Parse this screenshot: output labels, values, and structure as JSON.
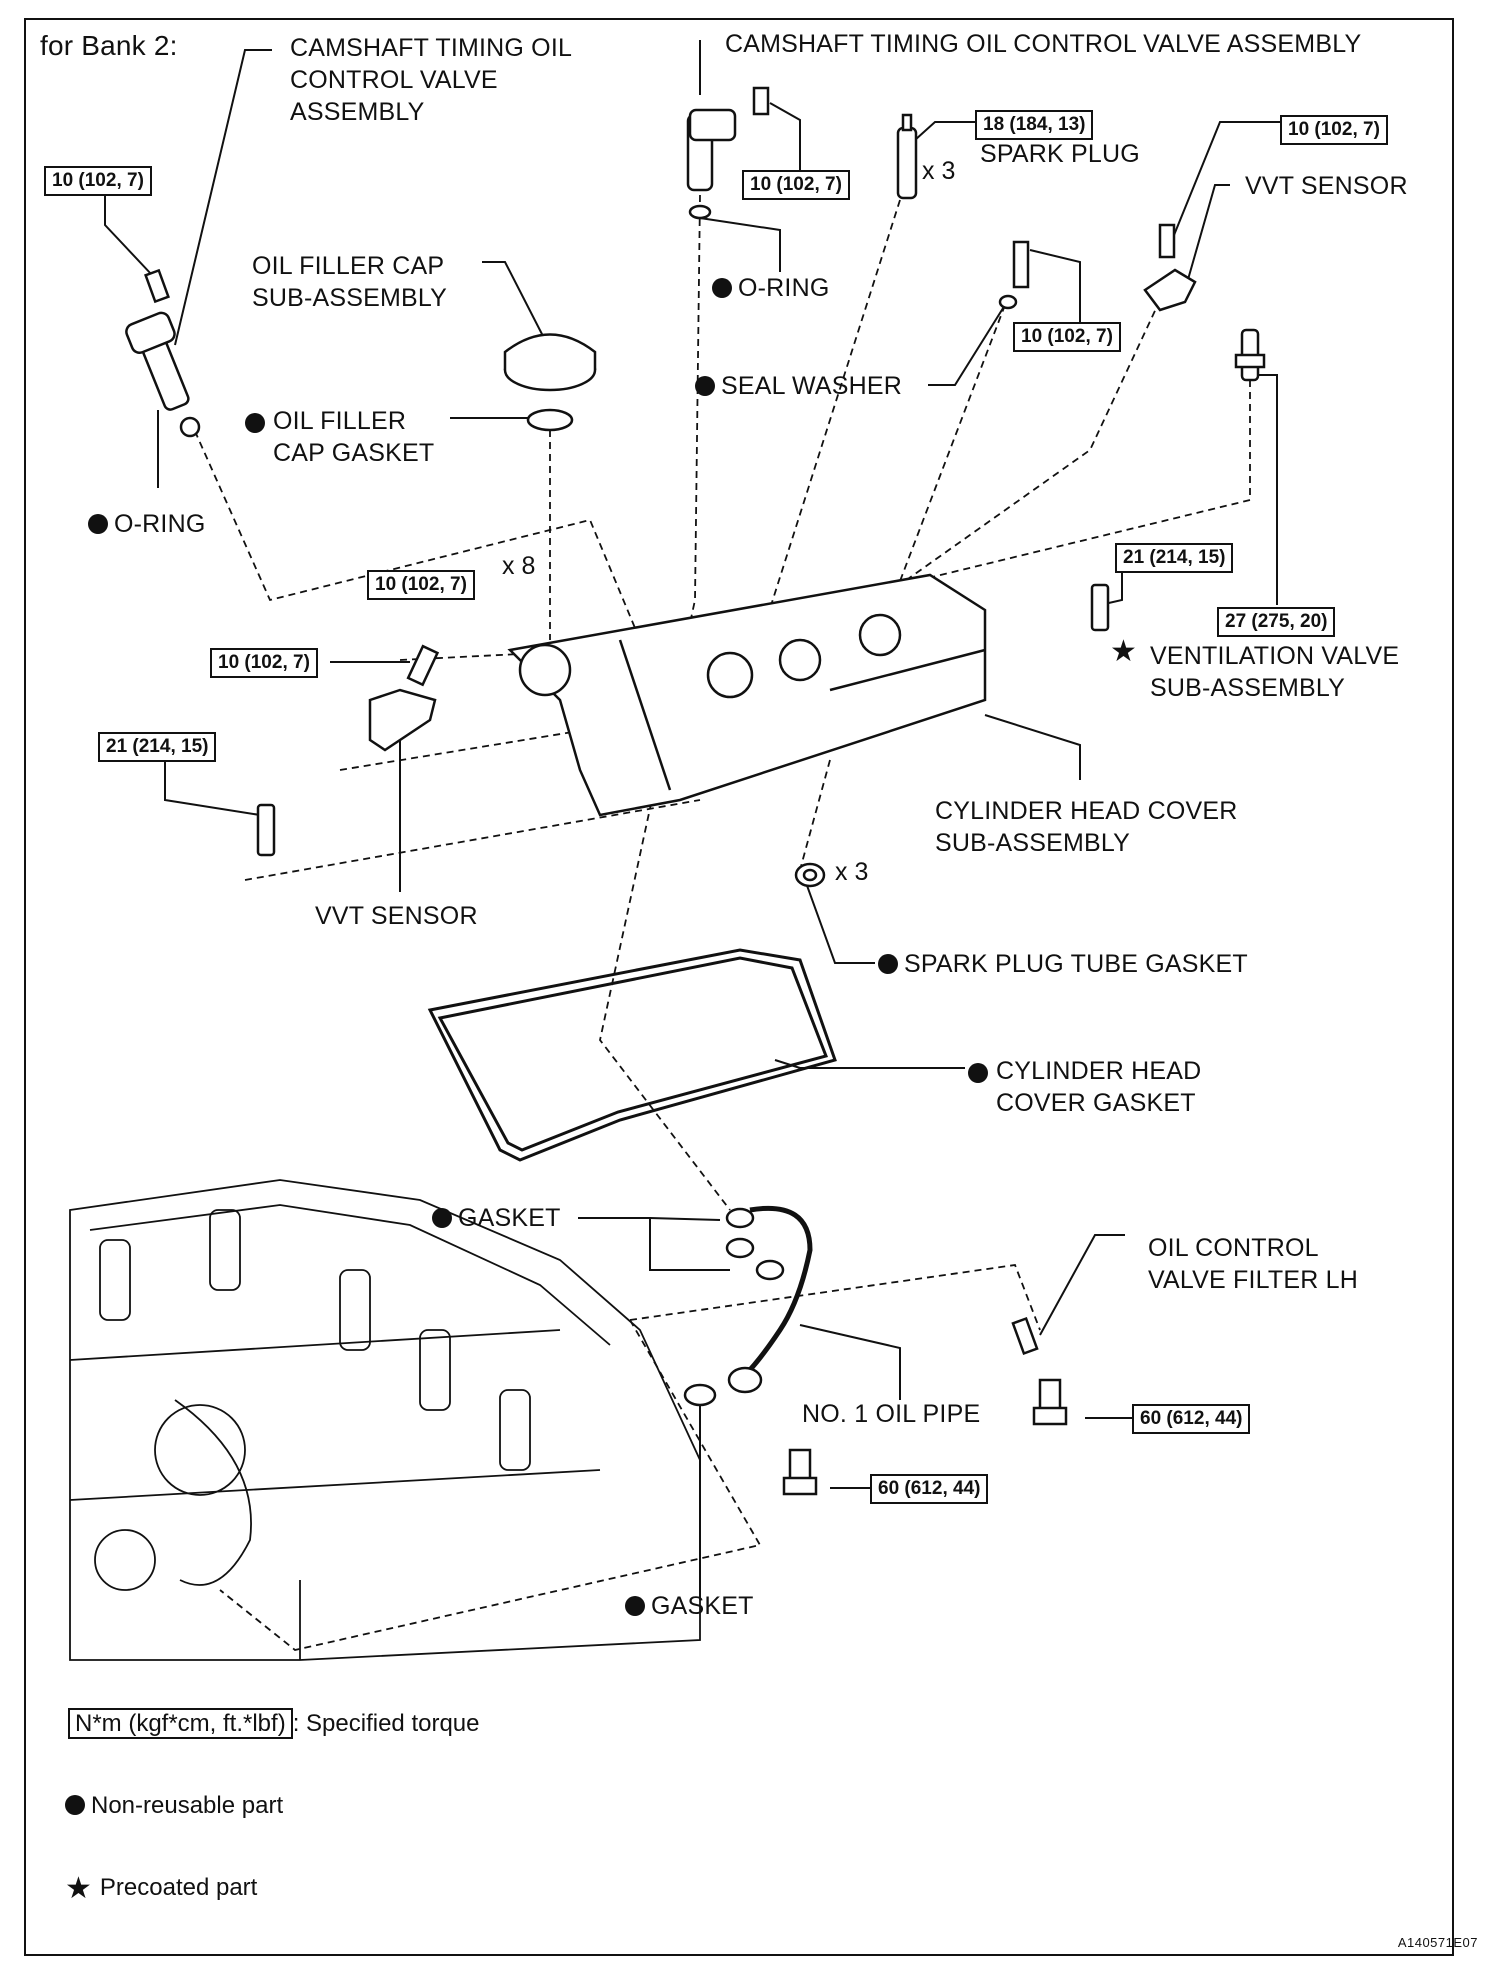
{
  "header": {
    "bank_label": "for Bank 2:"
  },
  "torque_specs": {
    "t_ocv_bank_left": "10 (102, 7)",
    "t_ocv_top": "10 (102, 7)",
    "t_spark_plug": "18 (184, 13)",
    "t_vvt_right": "10 (102, 7)",
    "t_seal_bolt": "10 (102, 7)",
    "t_cover_bolts": "10 (102, 7)",
    "t_vvt_left": "10 (102, 7)",
    "t_stud_left": "21 (214, 15)",
    "t_stud_right": "21 (214, 15)",
    "t_ventilation": "27 (275, 20)",
    "t_union_right": "60 (612, 44)",
    "t_union_center": "60 (612, 44)"
  },
  "multipliers": {
    "spark_plug": "x 3",
    "cover_bolts": "x 8",
    "tube_gasket": "x 3"
  },
  "labels": {
    "ocv_left": "CAMSHAFT TIMING OIL\nCONTROL VALVE\nASSEMBLY",
    "ocv_top": "CAMSHAFT TIMING OIL CONTROL VALVE ASSEMBLY",
    "spark_plug": "SPARK PLUG",
    "vvt_right": "VVT SENSOR",
    "o_ring_top": "O-RING",
    "oil_filler_cap": "OIL FILLER CAP\nSUB-ASSEMBLY",
    "seal_washer": "SEAL WASHER",
    "oil_filler_gasket": "OIL FILLER\nCAP GASKET",
    "o_ring_left": "O-RING",
    "ventilation_valve": "VENTILATION VALVE\nSUB-ASSEMBLY",
    "cylinder_head_cover": "CYLINDER HEAD COVER\nSUB-ASSEMBLY",
    "vvt_left": "VVT SENSOR",
    "spark_plug_tube_gasket": "SPARK PLUG TUBE GASKET",
    "cylinder_head_cover_gasket": "CYLINDER HEAD\nCOVER GASKET",
    "gasket_upper": "GASKET",
    "oil_control_valve_filter": "OIL CONTROL\nVALVE FILTER LH",
    "oil_pipe": "NO. 1 OIL PIPE",
    "gasket_lower": "GASKET"
  },
  "legend": {
    "torque_unit": "N*m (kgf*cm, ft.*lbf)",
    "torque_desc": ": Specified torque",
    "nonreusable": "Non-reusable part",
    "precoated": "Precoated part"
  },
  "figure_code": "A140571E07"
}
